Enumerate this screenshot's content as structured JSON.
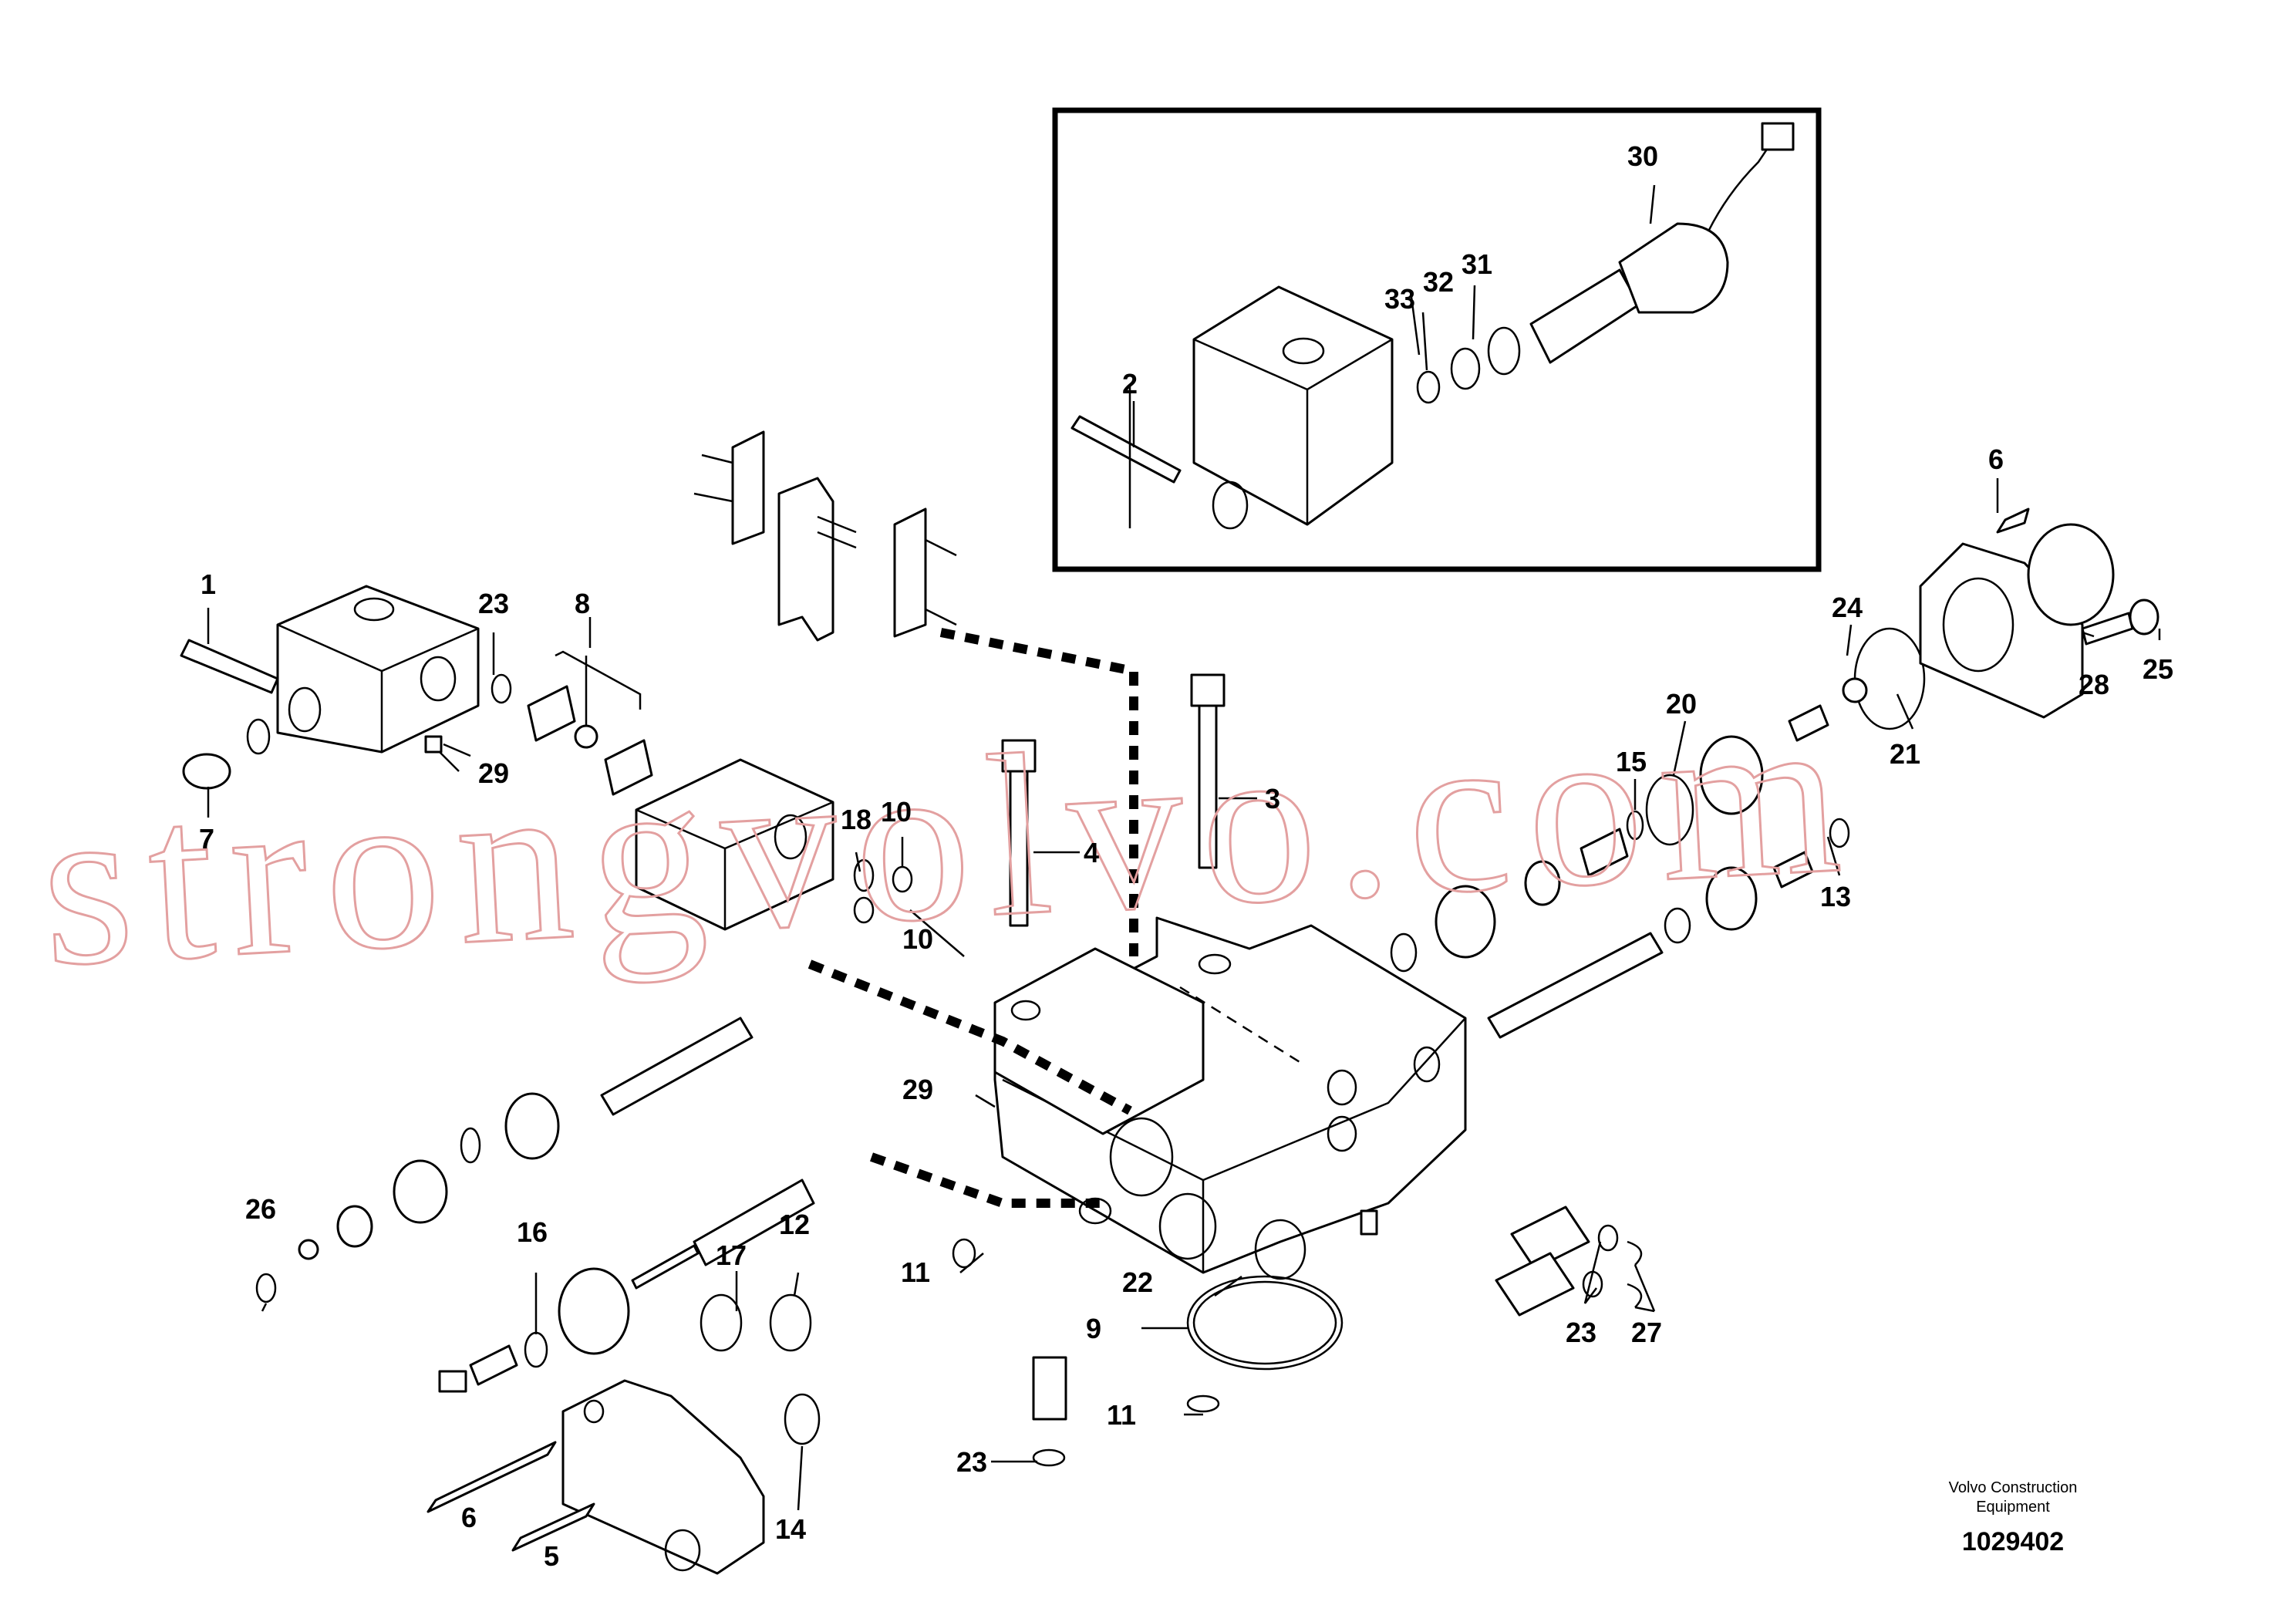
{
  "watermark": "strongvolvo.com",
  "brand": {
    "line1": "Volvo Construction",
    "line2": "Equipment",
    "doc_number": "1029402"
  },
  "callouts": {
    "c1": "1",
    "c2": "2",
    "c3": "3",
    "c4": "4",
    "c5": "5",
    "c6a": "6",
    "c6b": "6",
    "c7": "7",
    "c8": "8",
    "c9": "9",
    "c10a": "10",
    "c10b": "10",
    "c11a": "11",
    "c11b": "11",
    "c12": "12",
    "c13": "13",
    "c14": "14",
    "c15": "15",
    "c16": "16",
    "c17": "17",
    "c18": "18",
    "c20": "20",
    "c21": "21",
    "c22": "22",
    "c23a": "23",
    "c23b": "23",
    "c23c": "23",
    "c24": "24",
    "c25": "25",
    "c26": "26",
    "c27": "27",
    "c28": "28",
    "c29a": "29",
    "c29b": "29",
    "c30": "30",
    "c31": "31",
    "c32": "32",
    "c33": "33"
  }
}
